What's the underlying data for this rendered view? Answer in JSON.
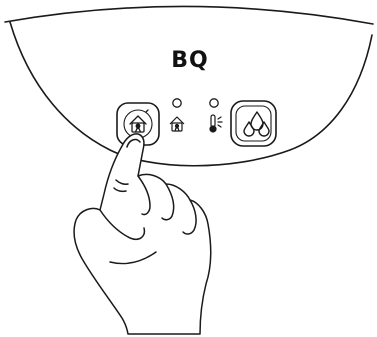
{
  "panel": {
    "brand": "BQ"
  },
  "controls": {
    "left_button": {
      "icon": "child-lock-icon"
    },
    "right_button": {
      "icon": "water-drops-icon"
    },
    "indicators": [
      {
        "icon": "child-lock-indicator-icon",
        "led": "indicator-led"
      },
      {
        "icon": "thermometer-heat-icon",
        "led": "indicator-led"
      }
    ]
  },
  "illustration": {
    "hand": "pointing-hand"
  },
  "colors": {
    "line": "#1a1a1a",
    "background": "#ffffff"
  }
}
